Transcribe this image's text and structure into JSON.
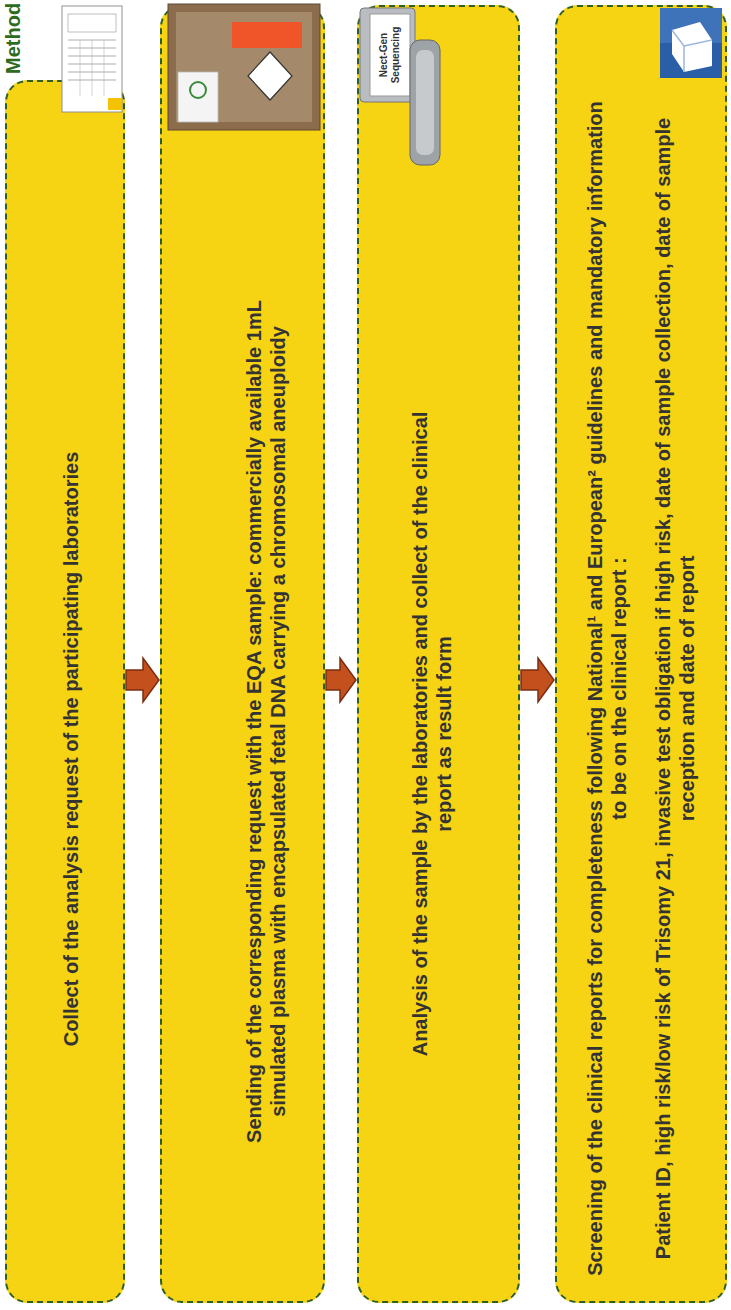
{
  "diagram": {
    "title": "Method",
    "nodes": [
      {
        "text": [
          "Collect of the analysis request of the participating laboratories"
        ]
      },
      {
        "text": [
          "Sending of the corresponding request with the EQA sample: commercially available 1mL simulated plasma with encapsulated fetal DNA carrying a chromosomal aneuploidy"
        ]
      },
      {
        "text": [
          "Analysis of the sample by the laboratories and collect of the clinical report as result form"
        ]
      },
      {
        "text": [
          "Screening of the clinical reports for completeness following National¹ and European² guidelines and mandatory information to be on the clinical report :",
          "Patient ID, high risk/low risk of Trisomy 21, invasive test obligation if high risk, date of sample collection, date of sample reception and date of report"
        ]
      }
    ],
    "edges": [
      {
        "from": 0,
        "to": 1,
        "arrow": "to"
      },
      {
        "from": 1,
        "to": 2,
        "arrow": "to"
      },
      {
        "from": 2,
        "to": 3,
        "arrow": "to"
      }
    ],
    "labels": [
      "Nect-Gen Sequencing"
    ]
  }
}
